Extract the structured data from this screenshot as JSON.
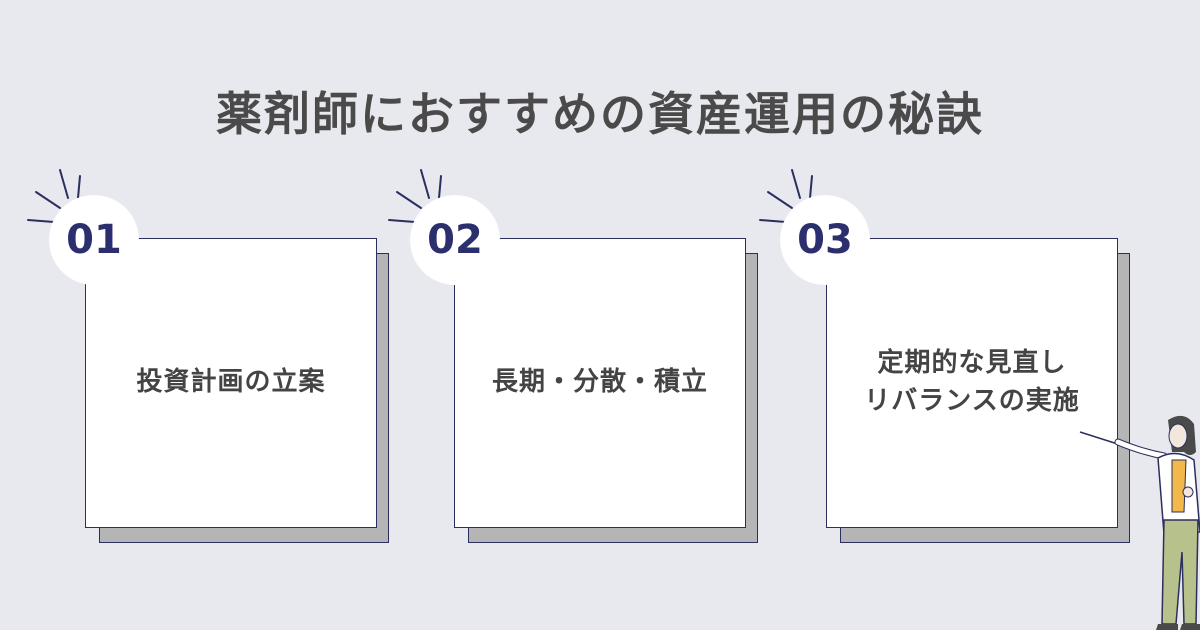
{
  "title": "薬剤師におすすめの資産運用の秘訣",
  "cards": [
    {
      "number": "01",
      "lines": [
        "投資計画の立案"
      ]
    },
    {
      "number": "02",
      "lines": [
        "長期・分散・積立"
      ]
    },
    {
      "number": "03",
      "lines": [
        "定期的な見直し",
        "リバランスの実施"
      ]
    }
  ],
  "colors": {
    "background": "#e8e8ef",
    "accent": "#2b2f6e",
    "text": "#444444",
    "shadow": "#b5b5b5"
  },
  "icons": [
    "sparkle-rays-icon",
    "pointing-woman-illustration"
  ]
}
